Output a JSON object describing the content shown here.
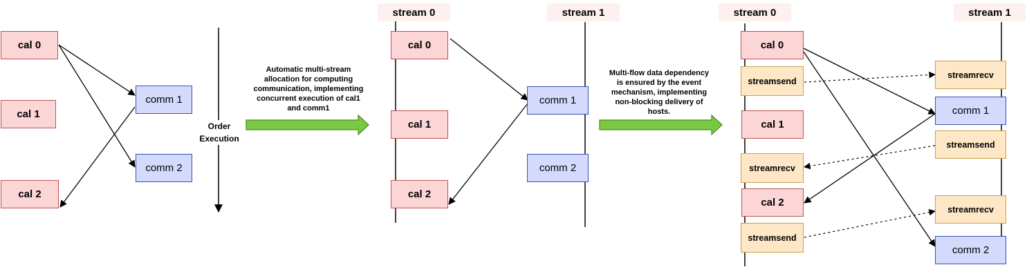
{
  "panel1": {
    "cal": [
      "cal 0",
      "cal 1",
      "cal 2"
    ],
    "comm": [
      "comm 1",
      "comm 2"
    ],
    "order_label_line1": "Order",
    "order_label_line2": "Execution"
  },
  "transition1": {
    "line1": "Automatic multi-stream",
    "line2": "allocation for computing",
    "line3": "communication, implementing",
    "line4": "concurrent execution of cal1",
    "line5": "and comm1"
  },
  "panel2": {
    "stream0": "stream 0",
    "stream1": "stream 1",
    "cal": [
      "cal 0",
      "cal 1",
      "cal 2"
    ],
    "comm": [
      "comm 1",
      "comm 2"
    ]
  },
  "transition2": {
    "line1": "Multi-flow data dependency",
    "line2": "is ensured by the event",
    "line3": "mechanism, implementing",
    "line4": "non-blocking delivery of",
    "line5": "hosts."
  },
  "panel3": {
    "stream0": "stream 0",
    "stream1": "stream 1",
    "left": [
      "cal 0",
      "streamsend",
      "cal 1",
      "streamrecv",
      "cal 2",
      "streamsend"
    ],
    "right": [
      "streamrecv",
      "comm 1",
      "streamsend",
      "streamrecv",
      "comm 2"
    ]
  },
  "colors": {
    "cal_fill": "#fcd5d7",
    "cal_border": "#b85450",
    "comm_fill": "#d4dafc",
    "comm_border": "#3a4fb8",
    "event_fill": "#fde7c7",
    "event_border": "#c9a24a",
    "arrow_fill": "#7ac943",
    "arrow_border": "#4a8a1a"
  }
}
